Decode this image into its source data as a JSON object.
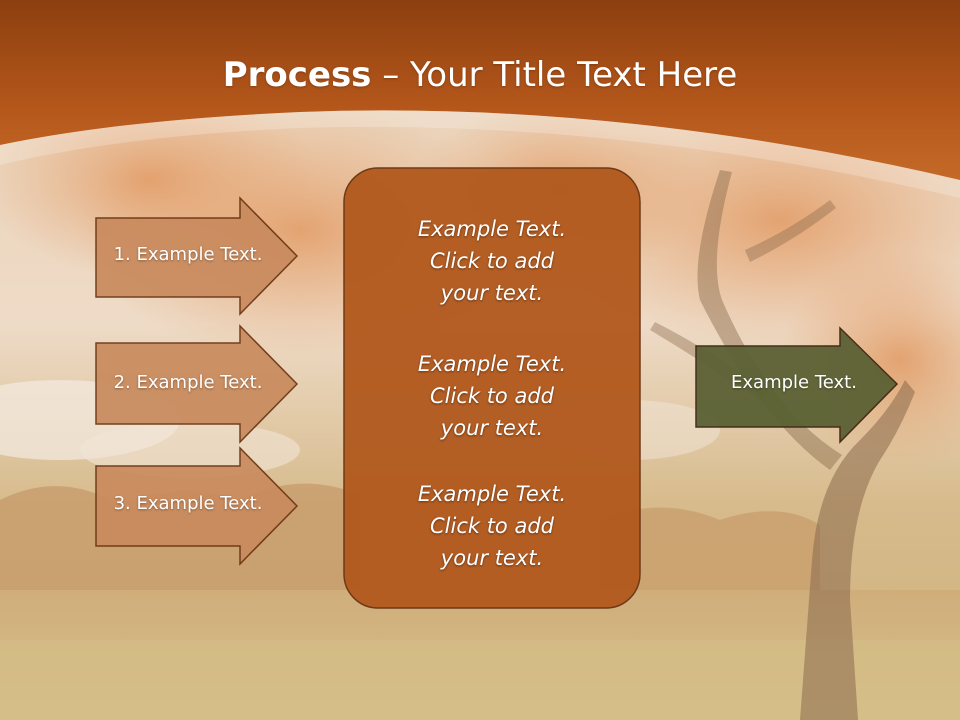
{
  "slide": {
    "title_bold": "Process",
    "title_rest": " – Your Title Text Here",
    "left_arrows": [
      "1. Example Text.",
      "2. Example Text.",
      "3. Example Text."
    ],
    "right_arrow": "Example Text.",
    "center_blocks": [
      [
        "Example Text.",
        "Click  to add",
        "your text."
      ],
      [
        "Example Text.",
        "Click  to add",
        "your text."
      ],
      [
        "Example Text.",
        "Click  to add",
        "your text."
      ]
    ]
  },
  "colors": {
    "header": "#b5571b",
    "center_box": "#b25a1f",
    "left_arrow_fill": "#c98b5e",
    "right_arrow_fill": "#5b6134",
    "arrow_stroke": "#6b3512"
  },
  "background": "autumn-tree-landscape-photo"
}
